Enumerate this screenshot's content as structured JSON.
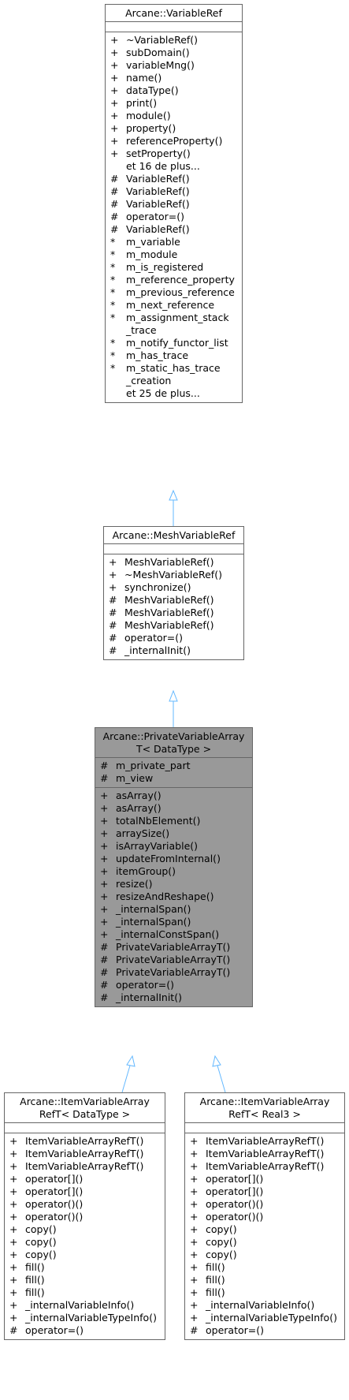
{
  "classes": {
    "variable_ref": {
      "title": [
        "Arcane::VariableRef"
      ],
      "members": [
        {
          "v": "+",
          "n": "~VariableRef()"
        },
        {
          "v": "+",
          "n": "subDomain()"
        },
        {
          "v": "+",
          "n": "variableMng()"
        },
        {
          "v": "+",
          "n": "name()"
        },
        {
          "v": "+",
          "n": "dataType()"
        },
        {
          "v": "+",
          "n": "print()"
        },
        {
          "v": "+",
          "n": "module()"
        },
        {
          "v": "+",
          "n": "property()"
        },
        {
          "v": "+",
          "n": "referenceProperty()"
        },
        {
          "v": "+",
          "n": "setProperty()"
        },
        {
          "v": "",
          "n": "et 16 de plus..."
        },
        {
          "v": "#",
          "n": "VariableRef()"
        },
        {
          "v": "#",
          "n": "VariableRef()"
        },
        {
          "v": "#",
          "n": "VariableRef()"
        },
        {
          "v": "#",
          "n": "operator=()"
        },
        {
          "v": "#",
          "n": "VariableRef()"
        },
        {
          "v": "*",
          "n": "m_variable"
        },
        {
          "v": "*",
          "n": "m_module"
        },
        {
          "v": "*",
          "n": "m_is_registered"
        },
        {
          "v": "*",
          "n": "m_reference_property"
        },
        {
          "v": "*",
          "n": "m_previous_reference"
        },
        {
          "v": "*",
          "n": "m_next_reference"
        },
        {
          "v": "*",
          "n": "m_assignment_stack\n_trace"
        },
        {
          "v": "*",
          "n": "m_notify_functor_list"
        },
        {
          "v": "*",
          "n": "m_has_trace"
        },
        {
          "v": "*",
          "n": "m_static_has_trace\n_creation"
        },
        {
          "v": "",
          "n": "et 25 de plus..."
        }
      ]
    },
    "mesh_variable_ref": {
      "title": [
        "Arcane::MeshVariableRef"
      ],
      "members": [
        {
          "v": "+",
          "n": "MeshVariableRef()"
        },
        {
          "v": "+",
          "n": "~MeshVariableRef()"
        },
        {
          "v": "+",
          "n": "synchronize()"
        },
        {
          "v": "#",
          "n": "MeshVariableRef()"
        },
        {
          "v": "#",
          "n": "MeshVariableRef()"
        },
        {
          "v": "#",
          "n": "MeshVariableRef()"
        },
        {
          "v": "#",
          "n": "operator=()"
        },
        {
          "v": "#",
          "n": "_internalInit()"
        }
      ]
    },
    "private_variable_array": {
      "title": [
        "Arcane::PrivateVariableArray",
        "T< DataType >"
      ],
      "attributes": [
        {
          "v": "#",
          "n": "m_private_part"
        },
        {
          "v": "#",
          "n": "m_view"
        }
      ],
      "members": [
        {
          "v": "+",
          "n": "asArray()"
        },
        {
          "v": "+",
          "n": "asArray()"
        },
        {
          "v": "+",
          "n": "totalNbElement()"
        },
        {
          "v": "+",
          "n": "arraySize()"
        },
        {
          "v": "+",
          "n": "isArrayVariable()"
        },
        {
          "v": "+",
          "n": "updateFromInternal()"
        },
        {
          "v": "+",
          "n": "itemGroup()"
        },
        {
          "v": "+",
          "n": "resize()"
        },
        {
          "v": "+",
          "n": "resizeAndReshape()"
        },
        {
          "v": "+",
          "n": "_internalSpan()"
        },
        {
          "v": "+",
          "n": "_internalSpan()"
        },
        {
          "v": "+",
          "n": "_internalConstSpan()"
        },
        {
          "v": "#",
          "n": "PrivateVariableArrayT()"
        },
        {
          "v": "#",
          "n": "PrivateVariableArrayT()"
        },
        {
          "v": "#",
          "n": "PrivateVariableArrayT()"
        },
        {
          "v": "#",
          "n": "operator=()"
        },
        {
          "v": "#",
          "n": "_internalInit()"
        }
      ]
    },
    "item_variable_array_datatype": {
      "title": [
        "Arcane::ItemVariableArray",
        "RefT< DataType >"
      ],
      "members": [
        {
          "v": "+",
          "n": "ItemVariableArrayRefT()"
        },
        {
          "v": "+",
          "n": "ItemVariableArrayRefT()"
        },
        {
          "v": "+",
          "n": "ItemVariableArrayRefT()"
        },
        {
          "v": "+",
          "n": "operator[]()"
        },
        {
          "v": "+",
          "n": "operator[]()"
        },
        {
          "v": "+",
          "n": "operator()()"
        },
        {
          "v": "+",
          "n": "operator()()"
        },
        {
          "v": "+",
          "n": "copy()"
        },
        {
          "v": "+",
          "n": "copy()"
        },
        {
          "v": "+",
          "n": "copy()"
        },
        {
          "v": "+",
          "n": "fill()"
        },
        {
          "v": "+",
          "n": "fill()"
        },
        {
          "v": "+",
          "n": "fill()"
        },
        {
          "v": "+",
          "n": "_internalVariableInfo()"
        },
        {
          "v": "+",
          "n": "_internalVariableTypeInfo()"
        },
        {
          "v": "#",
          "n": "operator=()"
        }
      ]
    },
    "item_variable_array_real3": {
      "title": [
        "Arcane::ItemVariableArray",
        "RefT< Real3 >"
      ],
      "members": [
        {
          "v": "+",
          "n": "ItemVariableArrayRefT()"
        },
        {
          "v": "+",
          "n": "ItemVariableArrayRefT()"
        },
        {
          "v": "+",
          "n": "ItemVariableArrayRefT()"
        },
        {
          "v": "+",
          "n": "operator[]()"
        },
        {
          "v": "+",
          "n": "operator[]()"
        },
        {
          "v": "+",
          "n": "operator()()"
        },
        {
          "v": "+",
          "n": "operator()()"
        },
        {
          "v": "+",
          "n": "copy()"
        },
        {
          "v": "+",
          "n": "copy()"
        },
        {
          "v": "+",
          "n": "copy()"
        },
        {
          "v": "+",
          "n": "fill()"
        },
        {
          "v": "+",
          "n": "fill()"
        },
        {
          "v": "+",
          "n": "fill()"
        },
        {
          "v": "+",
          "n": "_internalVariableInfo()"
        },
        {
          "v": "+",
          "n": "_internalVariableTypeInfo()"
        },
        {
          "v": "#",
          "n": "operator=()"
        }
      ]
    }
  },
  "colors": {
    "highlight_fill": "#999999",
    "edge": "#63b8ff",
    "border": "#666666"
  }
}
